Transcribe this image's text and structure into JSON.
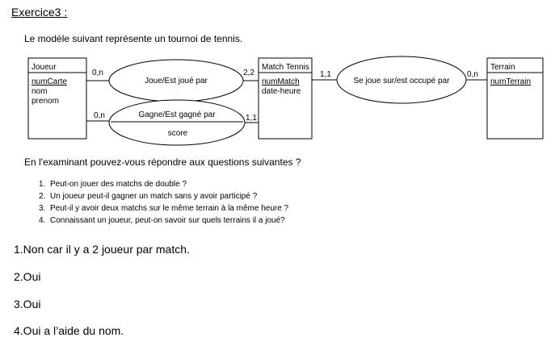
{
  "title": "Exercice3 :",
  "intro": "Le modèle suivant représente un tournoi de tennis.",
  "entities": {
    "joueur": {
      "name": "Joueur",
      "key": "numCarte",
      "attributes": [
        "nom",
        "prenom"
      ]
    },
    "match": {
      "name": "Match Tennis",
      "key": "numMatch",
      "attributes": [
        "date-heure"
      ]
    },
    "terrain": {
      "name": "Terrain",
      "key": "numTerrain",
      "attributes": []
    }
  },
  "associations": {
    "joue": {
      "name": "Joue/Est joué par"
    },
    "gagne": {
      "name": "Gagne/Est gagné par",
      "attribute": "score"
    },
    "sejoue": {
      "name": "Se joue sur/est occupé par"
    }
  },
  "cardinalities": {
    "joueur_joue": "0,n",
    "match_joue": "2,2",
    "joueur_gagne": "0,n",
    "match_gagne": "1,1",
    "match_sejoue": "1,1",
    "terrain_sejoue": "0,n"
  },
  "question_heading": "En l'examinant pouvez-vous répondre aux questions suivantes ?",
  "questions": [
    {
      "num": "1.",
      "text": "Peut-on jouer des matchs de double ?"
    },
    {
      "num": "2.",
      "text": "Un joueur peut-il gagner un match sans y avoir participé ?"
    },
    {
      "num": "3.",
      "text": "Peut-il y avoir deux matchs sur le même terrain à la même heure ?"
    },
    {
      "num": "4.",
      "text": "Connaissant un joueur, peut-on savoir sur quels terrains il a joué?"
    }
  ],
  "answers": [
    "1.Non car il y a 2 joueur par match.",
    "2.Oui",
    "3.Oui",
    "4.Oui a l’aide du nom."
  ]
}
